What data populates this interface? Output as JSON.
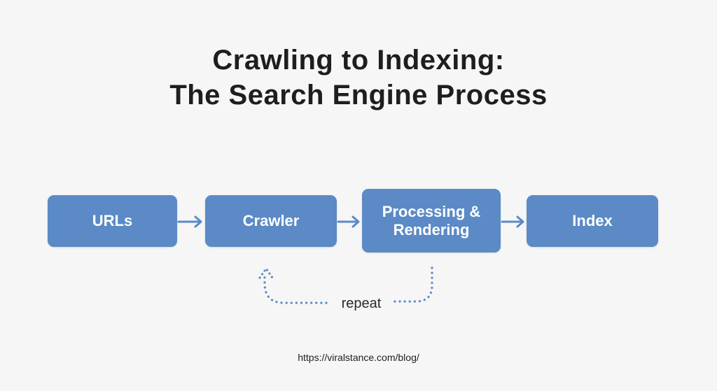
{
  "title": {
    "line1": "Crawling to Indexing:",
    "line2": "The Search Engine Process"
  },
  "steps": [
    {
      "label": "URLs"
    },
    {
      "label": "Crawler"
    },
    {
      "label_line1": "Processing &",
      "label_line2": "Rendering"
    },
    {
      "label": "Index"
    }
  ],
  "loop": {
    "label": "repeat",
    "from": "Processing & Rendering",
    "to": "Crawler"
  },
  "footer": {
    "url": "https://viralstance.com/blog/"
  },
  "colors": {
    "background": "#f6f6f6",
    "box_fill": "#5b8ac6",
    "arrow": "#5b8ac6",
    "title_text": "#1e1e1e",
    "box_text": "#ffffff"
  }
}
